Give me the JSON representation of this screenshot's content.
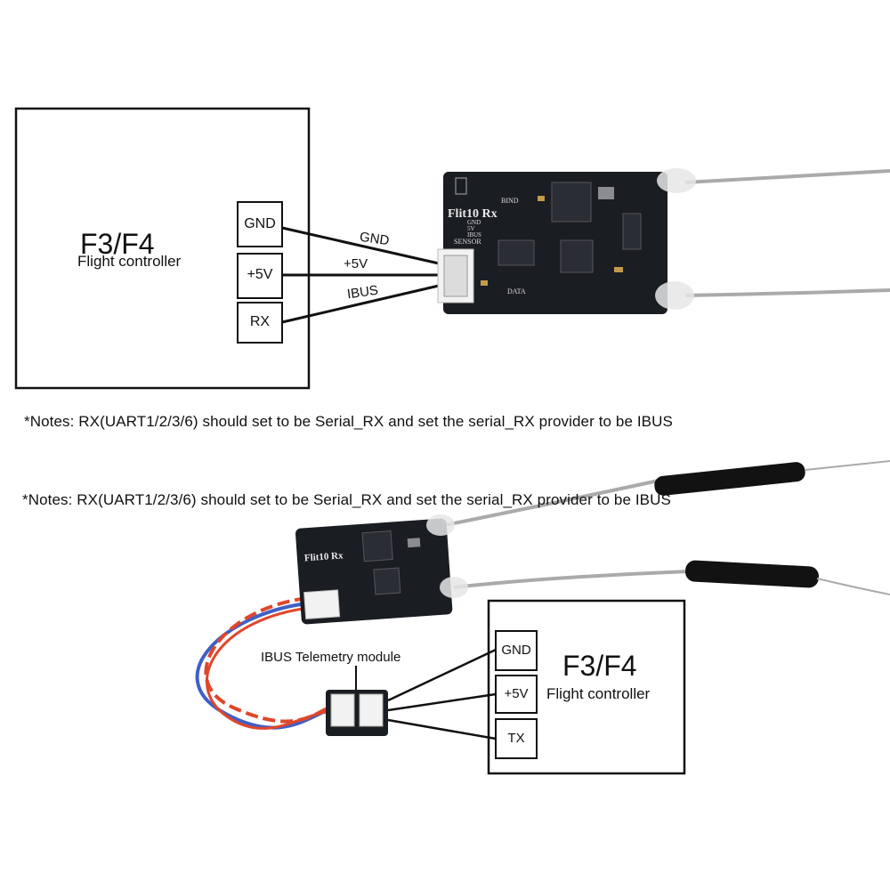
{
  "top_diagram": {
    "fc_title": "F3/F4",
    "fc_subtitle": "Flight controller",
    "pins": [
      "GND",
      "+5V",
      "RX"
    ],
    "wire_labels": [
      "GND",
      "+5V",
      "IBUS"
    ],
    "receiver_text": [
      "Flit10 Rx",
      "BIND",
      "GND",
      "5V",
      "IBUS",
      "SENSOR",
      "DATA"
    ]
  },
  "notes": [
    "*Notes: RX(UART1/2/3/6) should set to be Serial_RX and set the serial_RX provider to be IBUS",
    "*Notes: RX(UART1/2/3/6) should set to be Serial_RX and set the serial_RX provider to be IBUS"
  ],
  "bottom_diagram": {
    "fc_title": "F3/F4",
    "fc_subtitle": "Flight controller",
    "pins": [
      "GND",
      "+5V",
      "TX"
    ],
    "module_label": "IBUS Telemetry module",
    "receiver_text": [
      "Flit10 Rx"
    ]
  },
  "colors": {
    "line": "#111111",
    "pcb": "#1a1d22",
    "cable_gray": "#a9aaa9",
    "wire_red": "#e0462a",
    "wire_blue": "#3f5fc8"
  }
}
